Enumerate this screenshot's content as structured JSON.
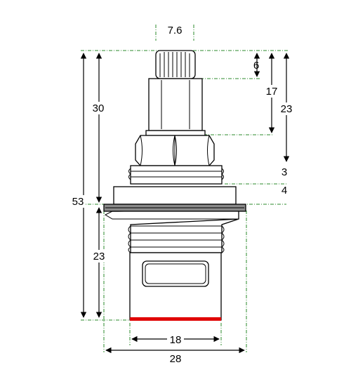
{
  "dimensions": {
    "stem_width": "7.6",
    "spline_height": "6",
    "stem_to_hex": "17",
    "upper_height": "30",
    "top_to_thread": "23",
    "collar_gap": "3",
    "flange_height": "4",
    "total_height": "53",
    "lower_height": "23",
    "body_width": "18",
    "overall_width": "28"
  },
  "colors": {
    "guide": "#2e8b2e",
    "seal_ring": "#e00000",
    "washer": "#8a8a8a",
    "outline": "#000000"
  }
}
